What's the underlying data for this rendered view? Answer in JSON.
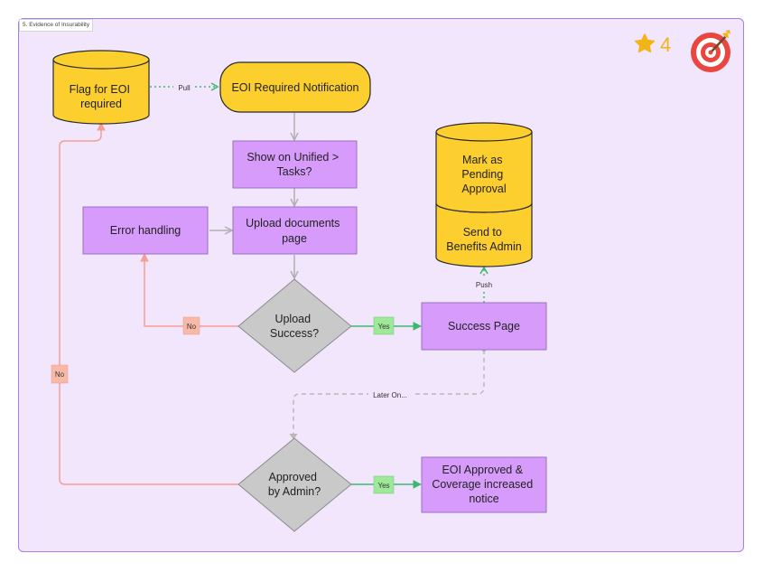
{
  "frame": {
    "section_label": "5. Evidence of Insurability"
  },
  "badges": {
    "star_count": "4",
    "star_icon": "star-icon",
    "target_icon": "target-icon"
  },
  "colors": {
    "background": "#f2e6fd",
    "border": "#a77de6",
    "db_fill": "#fccf2f",
    "db_stroke": "#2a2a2a",
    "process_fill": "#d79cfb",
    "decision_fill": "#c9c9c9",
    "edge_gray": "#b0b0b0",
    "edge_red": "#f49e95",
    "edge_green": "#3bb86d",
    "label_red": "#f8b9a7",
    "label_green": "#9fe89a"
  },
  "nodes": {
    "flag_eoi": {
      "lines": [
        "Flag for EOI",
        "required"
      ]
    },
    "eoi_notification": {
      "lines": [
        "EOI Required Notification"
      ]
    },
    "show_unified": {
      "lines": [
        "Show on Unified >",
        "Tasks?"
      ]
    },
    "upload_page": {
      "lines": [
        "Upload documents",
        "page"
      ]
    },
    "error_handling": {
      "lines": [
        "Error handling"
      ]
    },
    "upload_success": {
      "lines": [
        "Upload",
        "Success?"
      ]
    },
    "success_page": {
      "lines": [
        "Success Page"
      ]
    },
    "mark_pending": {
      "lines": [
        "Mark as",
        "Pending",
        "Approval"
      ]
    },
    "send_benefits": {
      "lines": [
        "Send to",
        "Benefits Admin"
      ]
    },
    "approved_admin": {
      "lines": [
        "Approved",
        "by Admin?"
      ]
    },
    "eoi_approved": {
      "lines": [
        "EOI Approved &",
        "Coverage increased",
        "notice"
      ]
    }
  },
  "edge_labels": {
    "pull": "Pull",
    "push": "Push",
    "later_on": "Later On...",
    "no_upload": "No",
    "no_admin": "No",
    "yes_upload": "Yes",
    "yes_admin": "Yes"
  }
}
